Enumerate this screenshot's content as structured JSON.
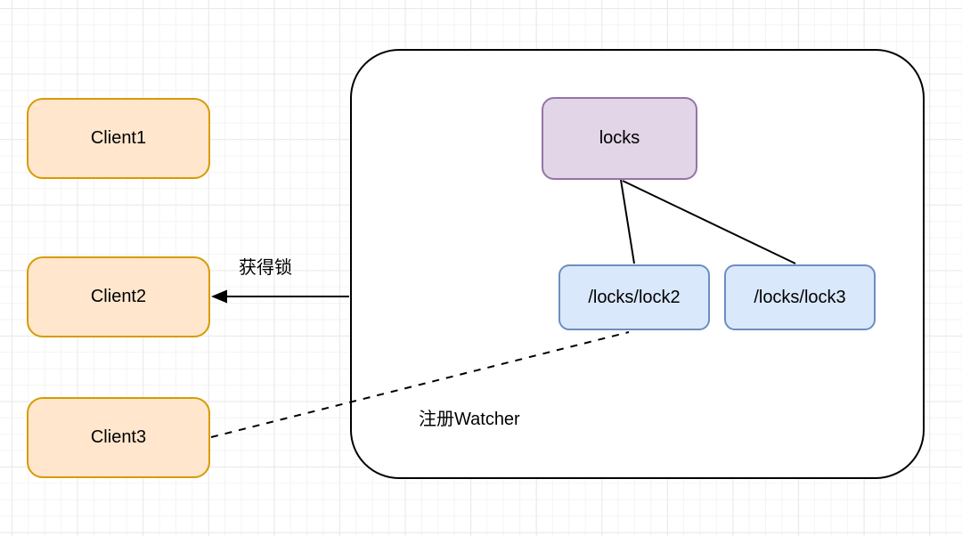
{
  "diagram": {
    "clients": [
      {
        "label": "Client1"
      },
      {
        "label": "Client2"
      },
      {
        "label": "Client3"
      }
    ],
    "zookeeper": {
      "root_node": {
        "label": "locks"
      },
      "lock_nodes": [
        {
          "label": "/locks/lock2"
        },
        {
          "label": "/locks/lock3"
        }
      ]
    },
    "edges": {
      "acquire_lock": {
        "label": "获得锁",
        "style": "solid-arrow"
      },
      "register_watcher": {
        "label": "注册Watcher",
        "style": "dashed"
      },
      "tree_links": {
        "style": "solid"
      }
    },
    "colors": {
      "client_fill": "#ffe6cc",
      "client_border": "#d79b00",
      "root_fill": "#e1d5e7",
      "root_border": "#9673a6",
      "lock_fill": "#dae8fc",
      "lock_border": "#6c8ebf",
      "container_border": "#000000",
      "edge_color": "#000000",
      "grid_minor": "#f4f4f4",
      "grid_major": "#e9e9e9"
    }
  }
}
